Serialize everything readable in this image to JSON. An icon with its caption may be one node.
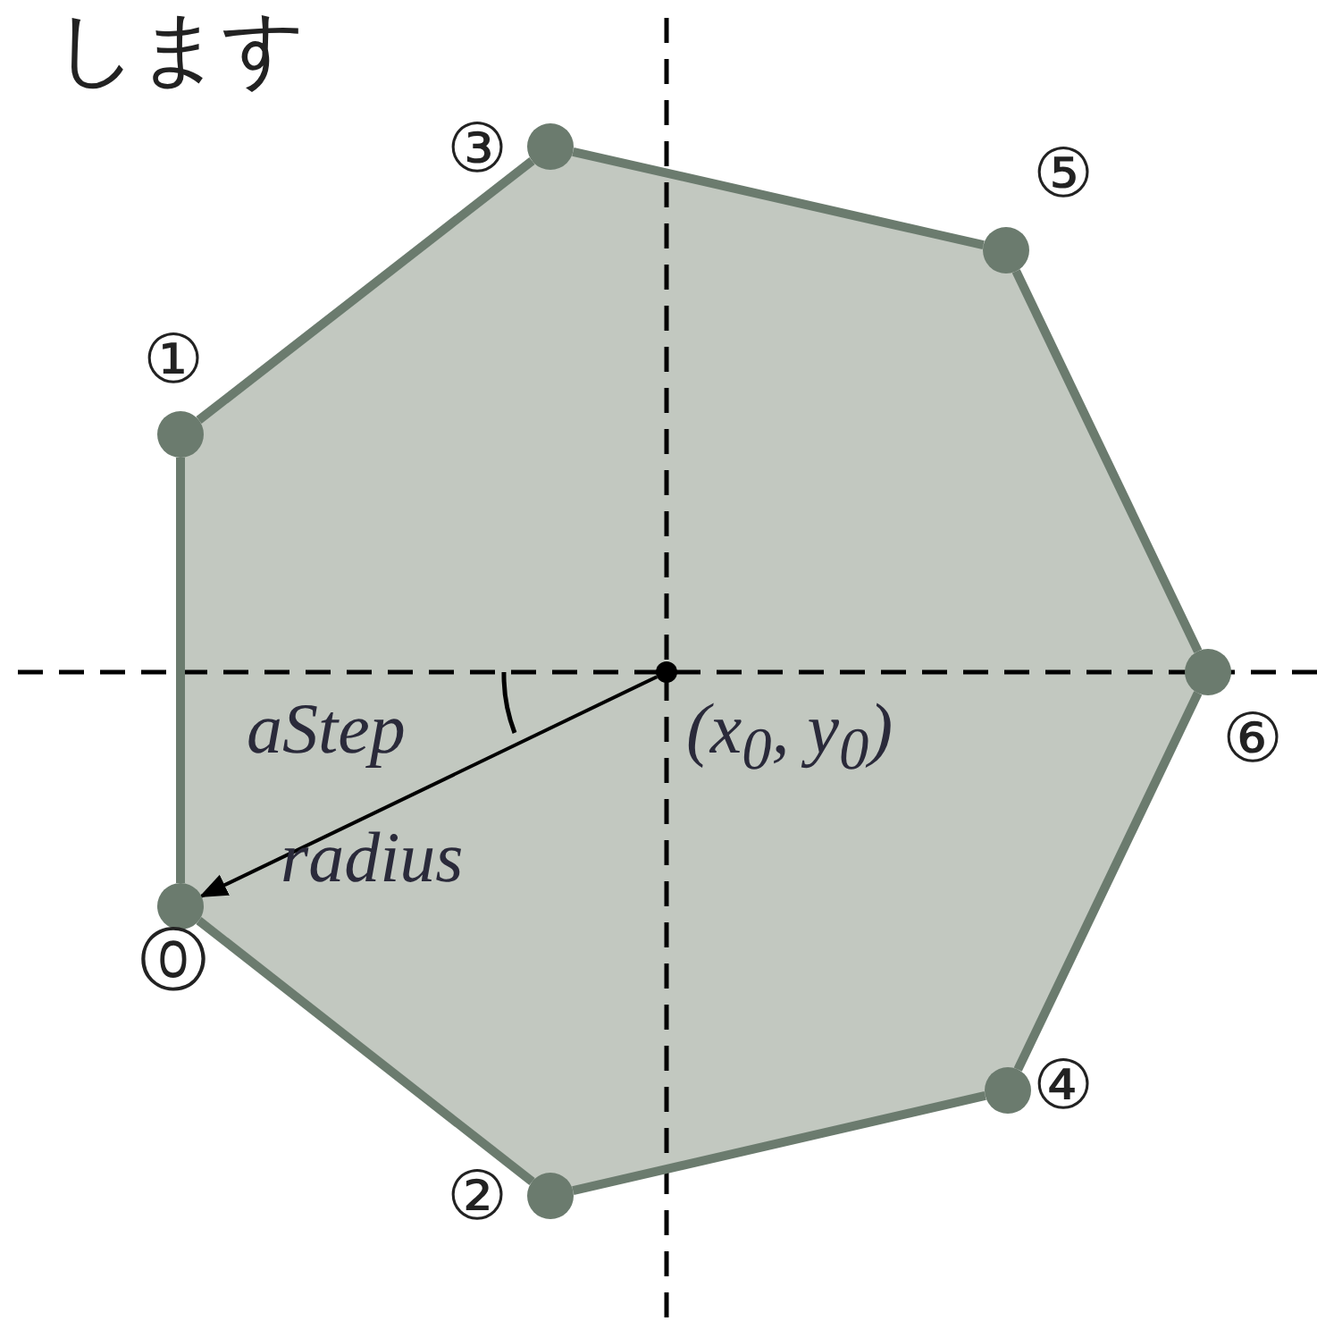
{
  "diagram": {
    "nodes": [
      {
        "text": [],
        "shape": "circle",
        "beside": [
          "①"
        ]
      },
      {
        "text": [],
        "shape": "circle",
        "beside": [
          "⓪"
        ]
      },
      {
        "text": [],
        "shape": "circle",
        "beside": [
          "③"
        ]
      },
      {
        "text": [],
        "shape": "circle",
        "beside": [
          "②"
        ]
      },
      {
        "text": [],
        "shape": "circle",
        "beside": [
          "⑤"
        ]
      },
      {
        "text": [],
        "shape": "circle",
        "beside": [
          "④"
        ]
      },
      {
        "text": [],
        "shape": "circle",
        "beside": [
          "⑥"
        ]
      },
      {
        "text": [],
        "shape": "circle",
        "beside": [
          "(x$_{0}$, y$_{0}$)"
        ]
      }
    ],
    "edges": [
      {
        "from": 1,
        "to": 0,
        "arrow": "none"
      },
      {
        "from": 0,
        "to": 2,
        "arrow": "none"
      },
      {
        "from": 2,
        "to": 4,
        "arrow": "none"
      },
      {
        "from": 4,
        "to": 6,
        "arrow": "none"
      },
      {
        "from": 6,
        "to": 5,
        "arrow": "none"
      },
      {
        "from": 5,
        "to": 3,
        "arrow": "none"
      },
      {
        "from": 3,
        "to": 1,
        "arrow": "none"
      },
      {
        "from": 7,
        "to": 1,
        "arrow": "to",
        "label": "radius",
        "color": "#000000"
      }
    ],
    "labels": [
      "します",
      "aStep"
    ]
  }
}
